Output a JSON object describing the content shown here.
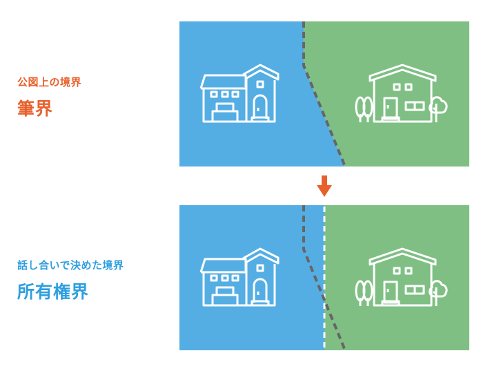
{
  "top": {
    "caption": "公図上の境界",
    "title": "筆界",
    "color": "#e8602c"
  },
  "bottom": {
    "caption": "話し合いで決めた境界",
    "title": "所有権界",
    "color": "#2e9ee0"
  },
  "colors": {
    "left_lot": "#55aee3",
    "right_lot": "#7fbf84",
    "official_boundary": "#666666",
    "agreed_boundary": "#ffffff",
    "arrow": "#e8602c"
  }
}
